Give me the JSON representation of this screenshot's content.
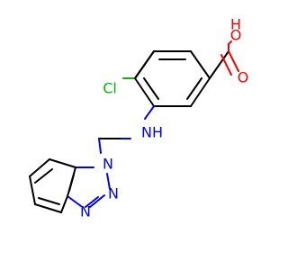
{
  "molecule": {
    "atoms": {
      "o_hydroxyl": {
        "label": "O",
        "color": "#ff0000"
      },
      "h_hydroxyl": {
        "label": "H",
        "color": "#ff0000"
      },
      "o_carbonyl": {
        "label": "O",
        "color": "#ff0000"
      },
      "cl": {
        "label": "Cl",
        "color": "#00bb00"
      },
      "nh": {
        "label": "NH",
        "color": "#0000ff"
      },
      "n1": {
        "label": "N",
        "color": "#0000ff"
      },
      "n2": {
        "label": "N",
        "color": "#0000ff"
      },
      "n3": {
        "label": "N",
        "color": "#0000ff"
      }
    }
  }
}
